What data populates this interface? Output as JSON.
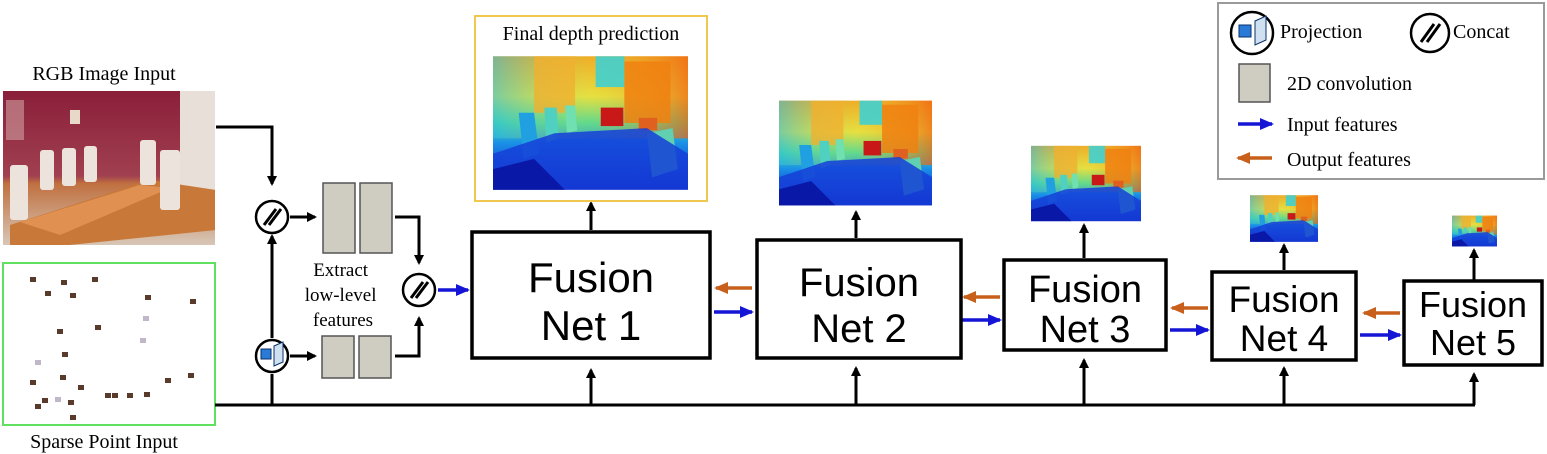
{
  "labels": {
    "rgb_input": "RGB Image Input",
    "sparse_input": "Sparse Point Input",
    "final_depth": "Final depth prediction",
    "extract_line1": "Extract",
    "extract_line2": "low-level",
    "extract_line3": "features"
  },
  "fusion_nets": [
    {
      "line1": "Fusion",
      "line2": "Net 1"
    },
    {
      "line1": "Fusion",
      "line2": "Net 2"
    },
    {
      "line1": "Fusion",
      "line2": "Net 3"
    },
    {
      "line1": "Fusion",
      "line2": "Net 4"
    },
    {
      "line1": "Fusion",
      "line2": "Net 5"
    }
  ],
  "legend": {
    "projection": "Projection",
    "concat": "Concat",
    "conv2d": "2D convolution",
    "input_features": "Input features",
    "output_features": "Output features"
  },
  "colors": {
    "input_arrow": "#1515d6",
    "output_arrow": "#c8601c",
    "conv_block": "#cfccc1",
    "rgb_frame": "#ffffff",
    "sparse_frame": "#5fe05f",
    "final_frame": "#f0c850",
    "legend_border": "#9a9a9a"
  }
}
